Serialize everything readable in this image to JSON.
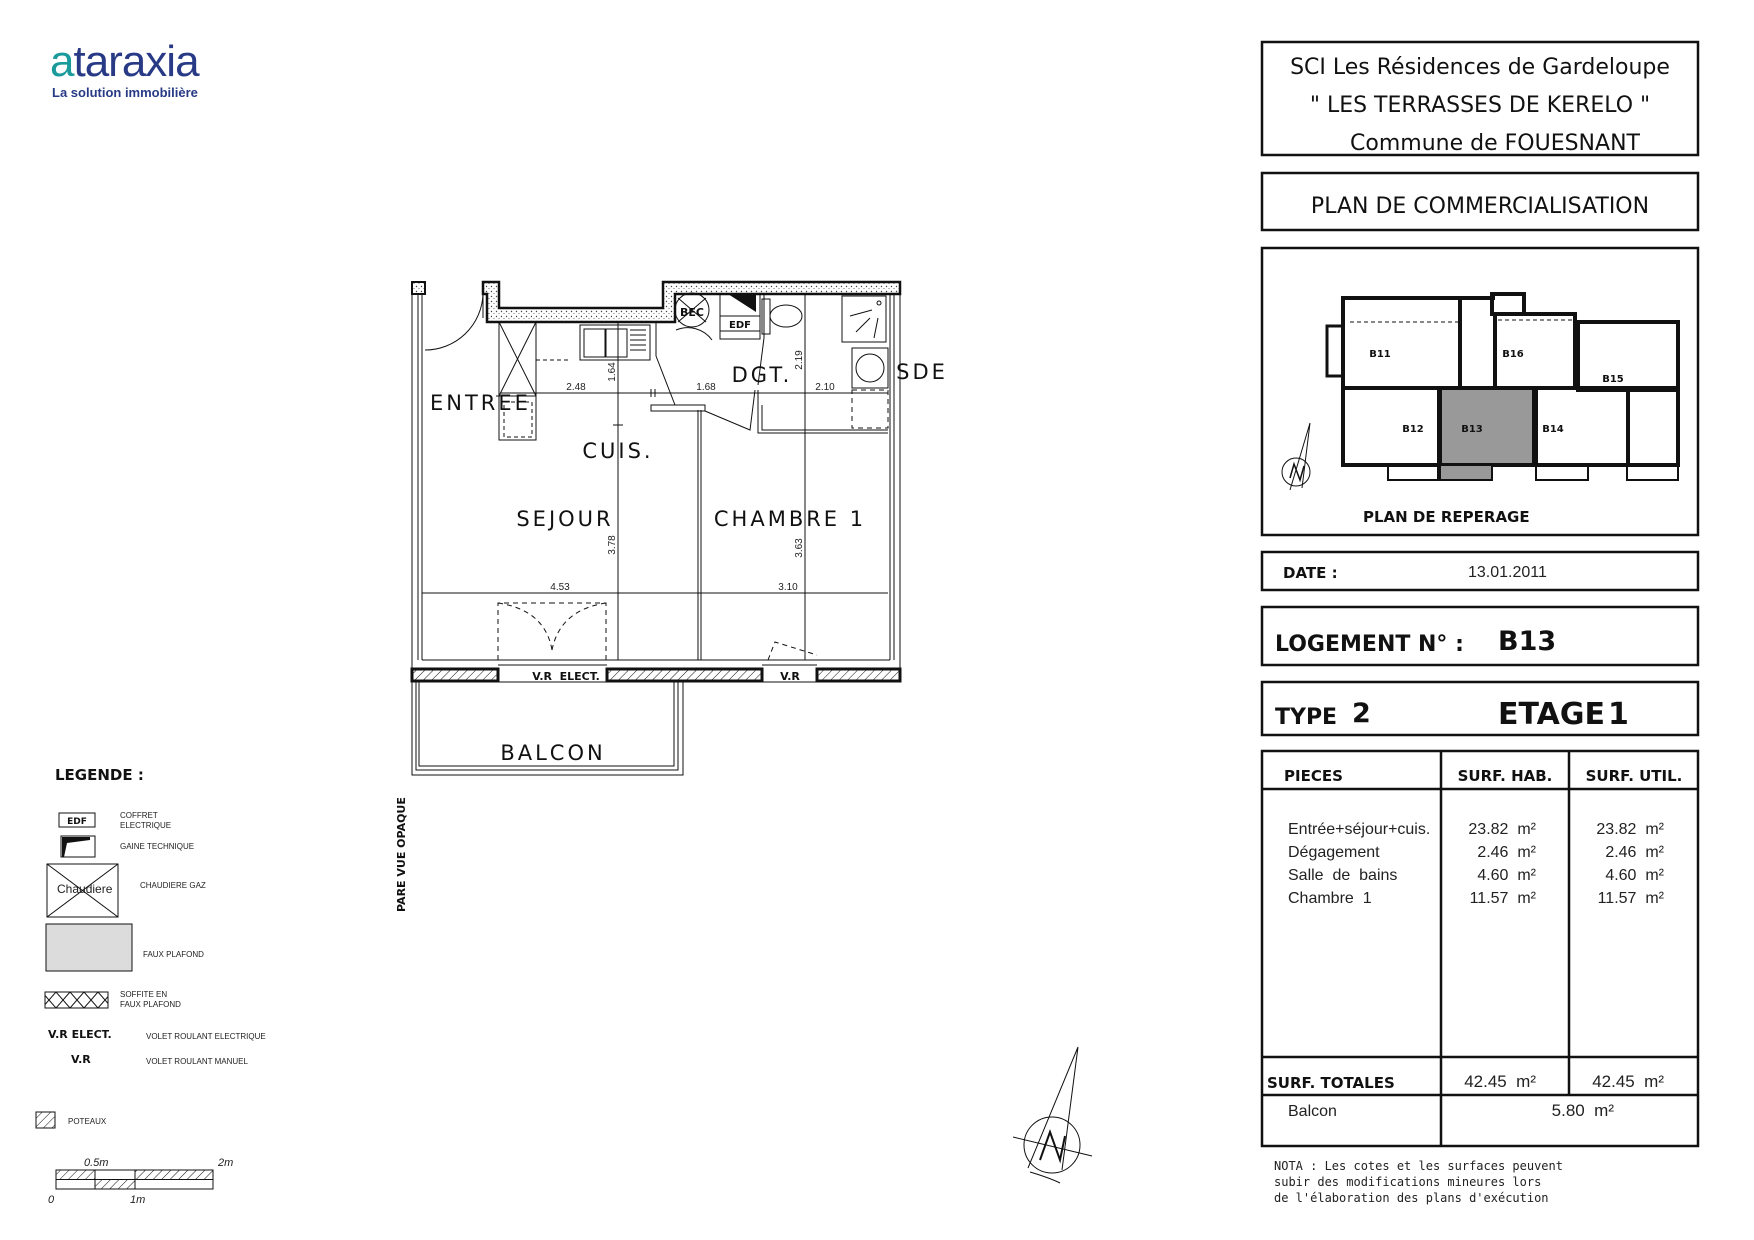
{
  "logo": {
    "name": "ataraxia",
    "tagline": "La solution immobilière",
    "teal": "#1a9a9a",
    "navy": "#283a86"
  },
  "header": {
    "line1": "SCI Les Résidences de Gardeloupe",
    "line2": "\" LES TERRASSES DE KERELO \"",
    "line3": "Commune de FOUESNANT",
    "plan_title": "PLAN DE COMMERCIALISATION"
  },
  "reperage": {
    "title": "PLAN DE REPERAGE",
    "units": [
      "B11",
      "B16",
      "B15",
      "B12",
      "B13",
      "B14"
    ],
    "highlight_color": "#999999"
  },
  "date": {
    "label": "DATE :",
    "value": "13.01.2011"
  },
  "logement": {
    "label": "LOGEMENT N° :",
    "value": "B13"
  },
  "type": {
    "label": "TYPE",
    "value": "2",
    "etage_label": "ETAGE",
    "etage_value": "1"
  },
  "table": {
    "headers": [
      "PIECES",
      "SURF. HAB.",
      "SURF. UTIL."
    ],
    "rows": [
      {
        "piece": "Entrée+séjour+cuis.",
        "hab": "23.82  m²",
        "util": "23.82  m²"
      },
      {
        "piece": "Dégagement",
        "hab": "2.46  m²",
        "util": "2.46  m²"
      },
      {
        "piece": "Salle  de  bains",
        "hab": "4.60  m²",
        "util": "4.60  m²"
      },
      {
        "piece": "Chambre  1",
        "hab": "11.57  m²",
        "util": "11.57  m²"
      }
    ],
    "totals_label": "SURF. TOTALES",
    "totals_hab": "42.45  m²",
    "totals_util": "42.45  m²",
    "balcon_label": "Balcon",
    "balcon_value": "5.80  m²"
  },
  "nota": [
    "NOTA : Les cotes et les surfaces peuvent",
    "subir des modifications mineures lors",
    "de l'élaboration des plans d'exécution"
  ],
  "plan": {
    "rooms": {
      "entree": "ENTREE",
      "cuis": "CUIS.",
      "dgt": "DGT.",
      "sde": "SDE",
      "sejour": "SEJOUR",
      "chambre": "CHAMBRE 1",
      "balcon": "BALCON"
    },
    "equipment": {
      "bec": "BEC",
      "edf": "EDF"
    },
    "windows": {
      "vr_elect": "V.R  ELECT.",
      "vr": "V.R"
    },
    "pare_vue": "PARE VUE OPAQUE",
    "dimensions": {
      "d248": "2.48",
      "d168": "1.68",
      "d210": "2.10",
      "d453": "4.53",
      "d310": "3.10",
      "d164": "1.64",
      "d378": "3.78",
      "d219": "2.19",
      "d363": "3.63"
    }
  },
  "legend": {
    "title": "LEGENDE :",
    "edf_symbol": "EDF",
    "coffret": [
      "COFFRET",
      "ELECTRIQUE"
    ],
    "gaine": "GAINE  TECHNIQUE",
    "chaudiere_symbol": "Chaudiere",
    "chaudiere": "CHAUDIERE  GAZ",
    "faux_plafond": "FAUX  PLAFOND",
    "soffite": [
      "SOFFITE  EN",
      "FAUX  PLAFOND"
    ],
    "vr_elect_symbol": "V.R ELECT.",
    "vr_elect": "VOLET  ROULANT  ELECTRIQUE",
    "vr_symbol": "V.R",
    "vr": "VOLET  ROULANT  MANUEL",
    "poteaux": "POTEAUX",
    "scale": {
      "zero": "0",
      "half": "0.5m",
      "one": "1m",
      "two": "2m"
    }
  }
}
